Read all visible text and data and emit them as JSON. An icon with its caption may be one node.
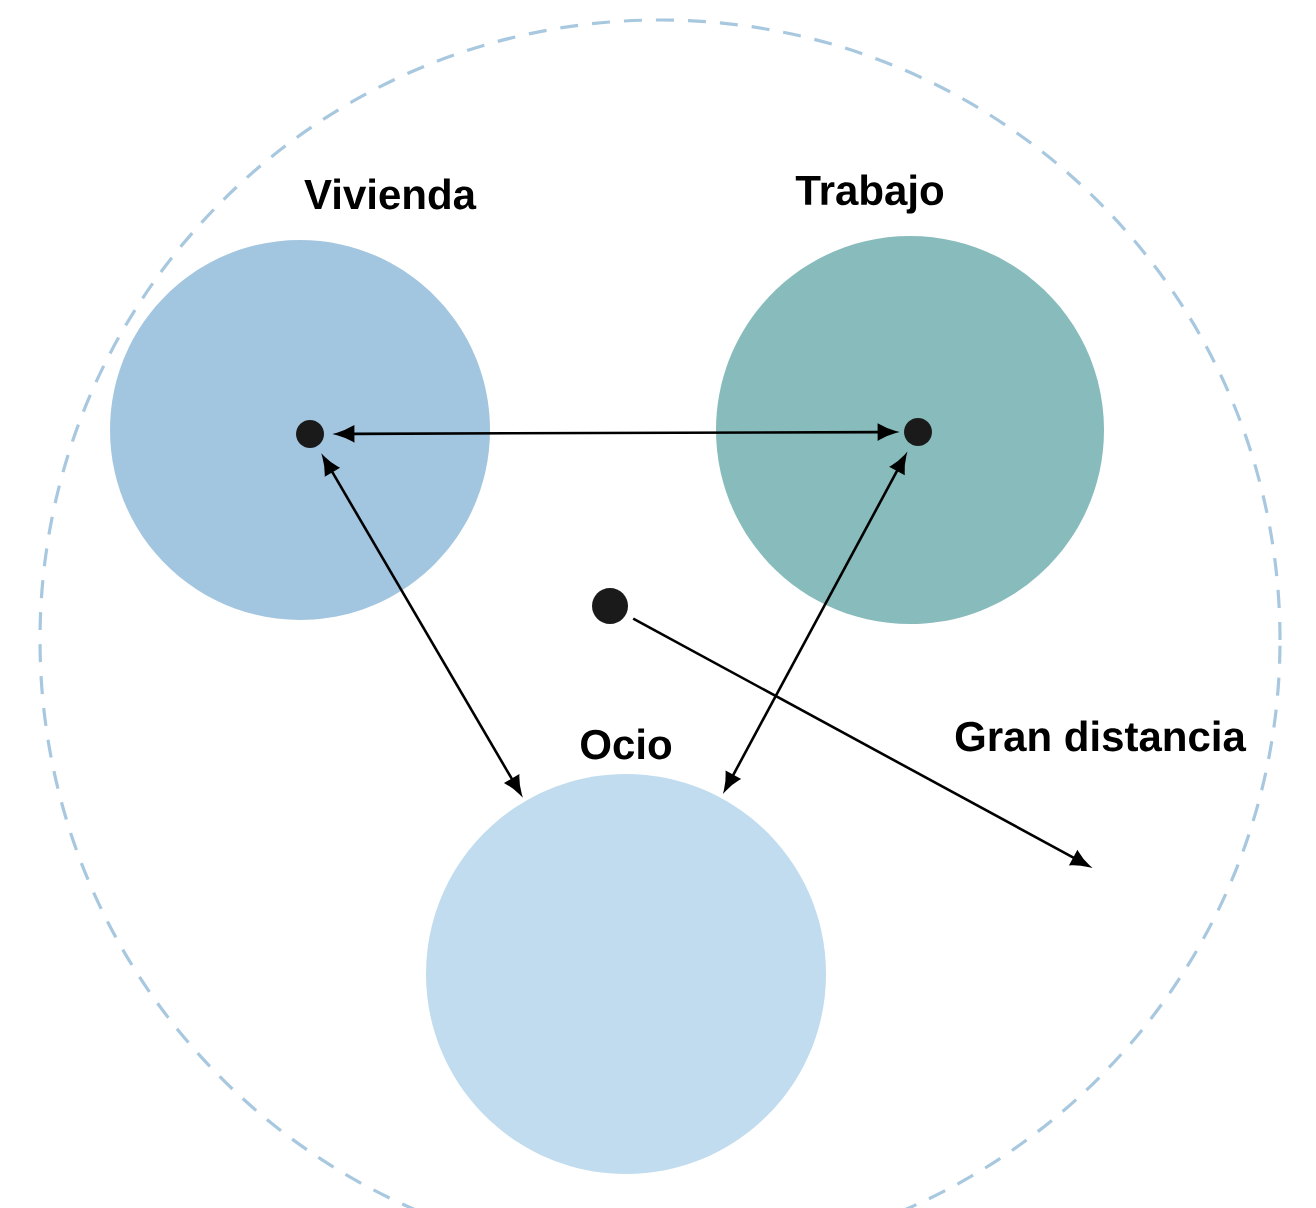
{
  "diagram": {
    "nodes": [
      {
        "text": [],
        "shape": "circle"
      },
      {
        "text": [
          "Vivienda"
        ],
        "in": 0
      },
      {
        "text": [
          "Trabajo"
        ],
        "in": 0
      },
      {
        "text": [
          "Ocio"
        ],
        "in": 0
      },
      {
        "text": [],
        "shape": "circle",
        "in": 1
      },
      {
        "text": [],
        "shape": "circle",
        "in": 2
      },
      {
        "text": [],
        "shape": "circle",
        "in": 0
      }
    ],
    "edges": [
      {
        "from": 4,
        "to": 5,
        "arrow": "both"
      },
      {
        "from": 4,
        "to": 3,
        "arrow": "both"
      },
      {
        "from": 5,
        "to": 3,
        "arrow": "both"
      },
      {
        "from": 6,
        "to": null,
        "arrow": "to",
        "label": "Gran distancia"
      }
    ]
  }
}
